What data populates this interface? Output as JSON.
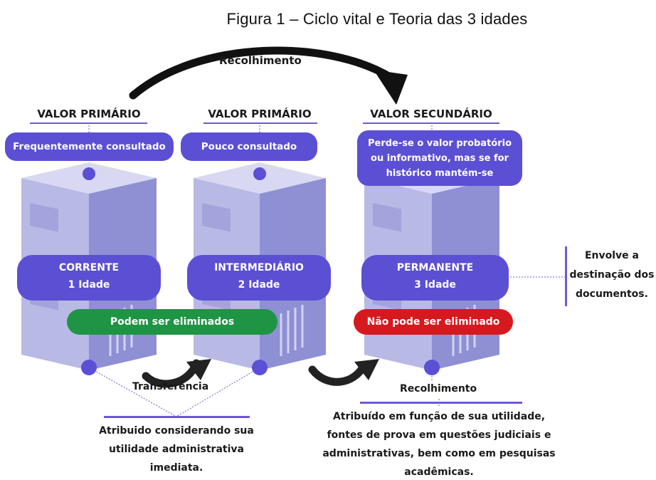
{
  "title": "Figura 1 – Ciclo vital e Teoria das 3 idades",
  "top_arrow_label": "Recolhimento",
  "columns": [
    {
      "valor": "VALOR PRIMÁRIO",
      "box": "Frequentemente consultado",
      "stage": "CORRENTE",
      "age": "1 Idade"
    },
    {
      "valor": "VALOR PRIMÁRIO",
      "box": "Pouco consultado",
      "stage": "INTERMEDIÁRIO",
      "age": "2 Idade"
    },
    {
      "valor": "VALOR SECUNDÁRIO",
      "box": "Perde-se o valor probatório ou informativo, mas se for histórico mantém-se",
      "stage": "PERMANENTE",
      "age": "3 Idade"
    }
  ],
  "eliminados": {
    "can": "Podem ser eliminados",
    "cannot": "Não pode ser eliminado"
  },
  "envolve": "Envolve a destinação dos documentos.",
  "transferencia": "Transferência",
  "recolhimento_bottom": "Recolhimento",
  "note_left": "Atribuido considerando sua utilidade administrativa imediata.",
  "note_right": "Atribuído em função de sua utilidade, fontes de prova em questões judiciais e administrativas, bem como em pesquisas acadêmicas.",
  "colors": {
    "purple": "#5b4fd4",
    "cabinet_light": "#c9c9ec",
    "cabinet_mid": "#a9a9df",
    "cabinet_dark": "#8e8ed2",
    "green": "#1e9444",
    "red": "#d6191f"
  }
}
